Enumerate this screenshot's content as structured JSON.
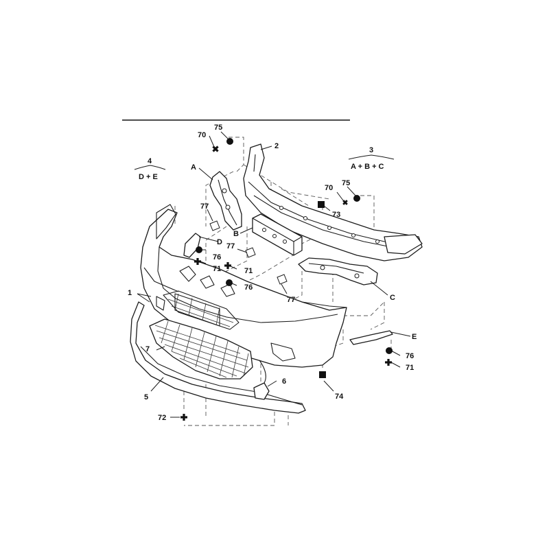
{
  "labels": {
    "l1": "1",
    "l2": "2",
    "l3": "3",
    "l3sub": "A + B + C",
    "l4": "4",
    "l4sub": "D + E",
    "l5": "5",
    "l6": "6",
    "l7": "7",
    "lA": "A",
    "lB": "B",
    "lC": "C",
    "lD": "D",
    "lE": "E",
    "l70a": "70",
    "l75a": "75",
    "l70b": "70",
    "l75b": "75",
    "l73": "73",
    "l74": "74",
    "l76a": "76",
    "l76b": "76",
    "l76c": "76",
    "l71a": "71",
    "l71b": "71",
    "l71c": "71",
    "l72": "72",
    "l77a": "77",
    "l77b": "77",
    "l77c": "77"
  },
  "colors": {
    "line": "#1a1a1a",
    "symbol": "#111111",
    "background": "#ffffff"
  }
}
